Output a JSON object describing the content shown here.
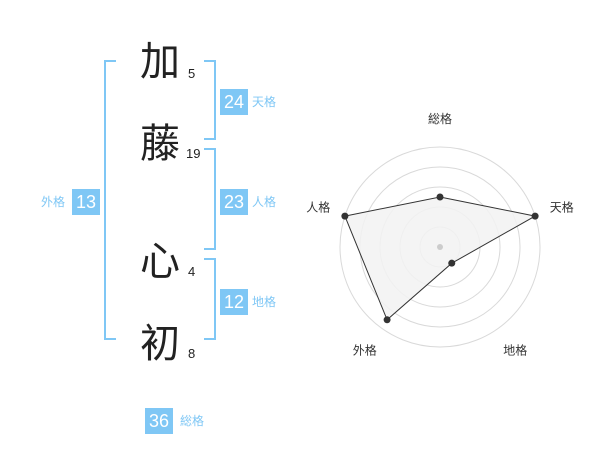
{
  "name": {
    "chars": [
      {
        "char": "加",
        "strokes": "5"
      },
      {
        "char": "藤",
        "strokes": "19"
      },
      {
        "char": "心",
        "strokes": "4"
      },
      {
        "char": "初",
        "strokes": "8"
      }
    ]
  },
  "scores": {
    "tenkaku": {
      "value": "24",
      "label": "天格"
    },
    "jinkaku": {
      "value": "23",
      "label": "人格"
    },
    "chikaku": {
      "value": "12",
      "label": "地格"
    },
    "gaikaku": {
      "value": "13",
      "label": "外格"
    },
    "soukaku": {
      "value": "36",
      "label": "総格"
    }
  },
  "colors": {
    "accent": "#7fc7f5",
    "text": "#222222",
    "grid": "#d9d9d9",
    "polygon_fill": "#f2f2f2",
    "polygon_stroke": "#333333"
  },
  "chart_data": {
    "type": "radar",
    "axes": [
      "総格",
      "天格",
      "地格",
      "外格",
      "人格"
    ],
    "values": [
      2.5,
      5,
      1,
      4.5,
      5
    ],
    "rlim": [
      0,
      5
    ],
    "rings": 5,
    "grid": true
  }
}
